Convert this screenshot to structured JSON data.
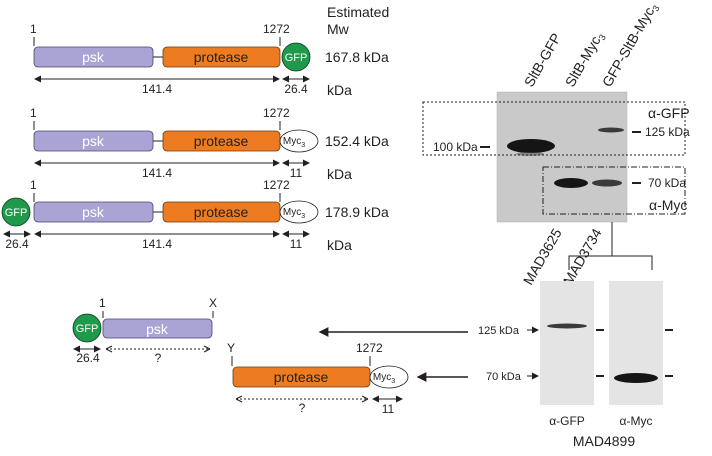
{
  "colors": {
    "psk": "#a9a4d4",
    "protease": "#ec7b22",
    "gfp": "#1f9a4a",
    "myc": "#ffffff",
    "band": "#151515",
    "blot_bg": "#c9c9c9"
  },
  "header": {
    "estimated_l1": "Estimated",
    "estimated_l2": "Mw"
  },
  "constructs": [
    {
      "start": "1",
      "psk": "psk",
      "protease": "protease",
      "end": "1272",
      "tag": "GFP",
      "len_main": "141.4",
      "len_tag": "26.4",
      "mw": "167.8 kDa",
      "unit": "kDa"
    },
    {
      "start": "1",
      "psk": "psk",
      "protease": "protease",
      "end": "1272",
      "tag": "Myc",
      "tag_sub": "3",
      "len_main": "141.4",
      "len_tag": "11",
      "mw": "152.4 kDa",
      "unit": "kDa"
    },
    {
      "start": "1",
      "gfp": "GFP",
      "psk": "psk",
      "protease": "protease",
      "end": "1272",
      "tag": "Myc",
      "tag_sub": "3",
      "len_gfp": "26.4",
      "len_main": "141.4",
      "len_tag": "11",
      "mw": "178.9 kDa",
      "unit": "kDa"
    }
  ],
  "fragments": {
    "n_term": {
      "gfp": "GFP",
      "psk": "psk",
      "start": "1",
      "end": "X",
      "len_gfp": "26.4",
      "len_main": "?"
    },
    "c_term": {
      "start": "Y",
      "end": "1272",
      "protease": "protease",
      "tag": "Myc",
      "tag_sub": "3",
      "len_main": "?",
      "len_tag": "11"
    }
  },
  "blot_top": {
    "lanes": [
      "SltB-GFP",
      "SltB-Myc",
      "GFP-SltB-Myc"
    ],
    "lane_sub": "3",
    "markers": {
      "left_100": "100 kDa",
      "right_125": "125 kDa",
      "right_70": "70 kDa"
    },
    "antibodies": {
      "gfp": "α-GFP",
      "myc": "α-Myc"
    },
    "strains": [
      "MAD3625",
      "MAD3734"
    ]
  },
  "blot_bottom": {
    "markers": {
      "m125": "125 kDa",
      "m70": "70 kDa"
    },
    "antibodies": [
      "α-GFP",
      "α-Myc"
    ],
    "strain": "MAD4899"
  }
}
